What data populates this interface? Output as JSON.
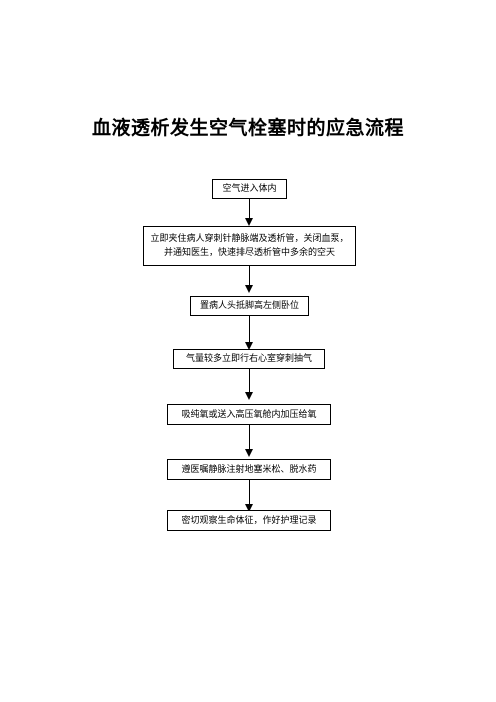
{
  "title": "血液透析发生空气栓塞时的应急流程",
  "steps": [
    {
      "lines": [
        "空气进入体内"
      ]
    },
    {
      "lines": [
        "立即夹住病人穿刺针静脉端及透析管，关闭血泵，",
        "并通知医生，快速排尽透析管中多余的空天"
      ]
    },
    {
      "lines": [
        "置病人头抵脚高左侧卧位"
      ]
    },
    {
      "lines": [
        "气量较多立即行右心室穿刺抽气"
      ]
    },
    {
      "lines": [
        "吸纯氧或送入高压氧舱内加压给氧"
      ]
    },
    {
      "lines": [
        "遵医嘱静脉注射地塞米松、脱水药"
      ]
    },
    {
      "lines": [
        "密切观察生命体征，作好护理记录"
      ]
    }
  ]
}
